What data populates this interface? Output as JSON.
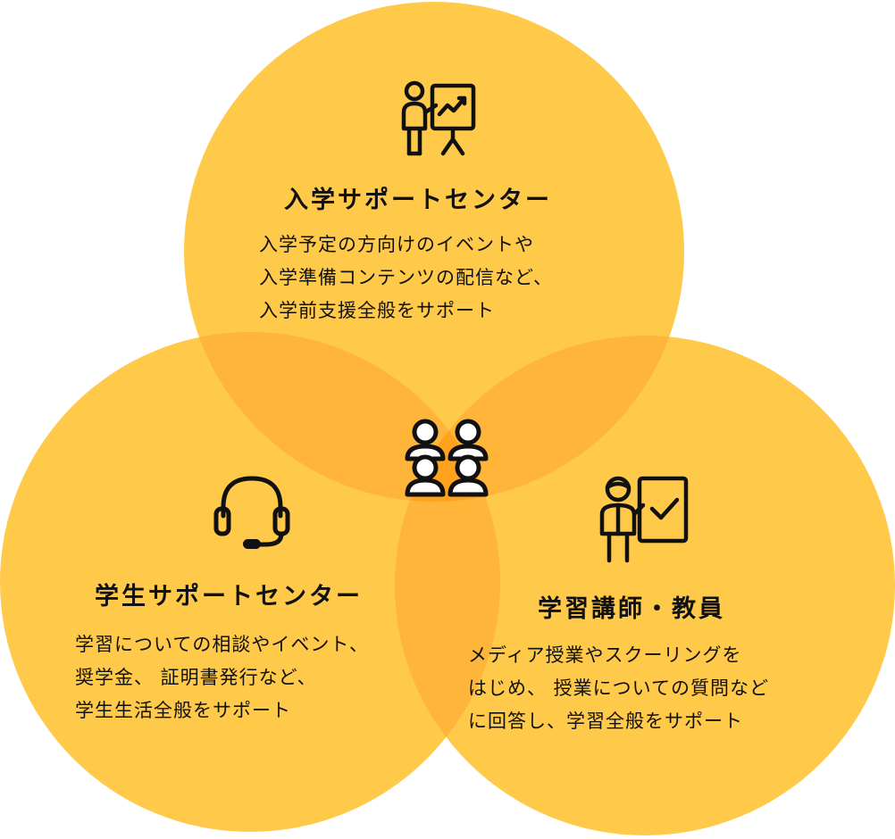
{
  "colors": {
    "circle": "#FFC94A",
    "pair_overlap": "#FFB43A",
    "center_overlap": "#FFA21E",
    "text": "#111111",
    "icon_stroke": "#111111",
    "icon_fill_white": "#FFFFFF"
  },
  "nodes": {
    "admission": {
      "icon": "presenter-chart-icon",
      "title": "入学サポートセンター",
      "lines": [
        "入学予定の方向けのイベントや",
        "入学準備コンテンツの配信など、",
        "入学前支援全般をサポート"
      ]
    },
    "student": {
      "icon": "headset-icon",
      "title": "学生サポートセンター",
      "lines": [
        "学習についての相談やイベント、",
        "奨学金、 証明書発行など、",
        "学生生活全般をサポート"
      ]
    },
    "faculty": {
      "icon": "teacher-board-icon",
      "title": "学習講師・教員",
      "lines": [
        "メディア授業やスクーリングを",
        "はじめ、 授業についての質問など",
        "に回答し、学習全般をサポート"
      ]
    },
    "center": {
      "icon": "group-people-icon"
    }
  }
}
